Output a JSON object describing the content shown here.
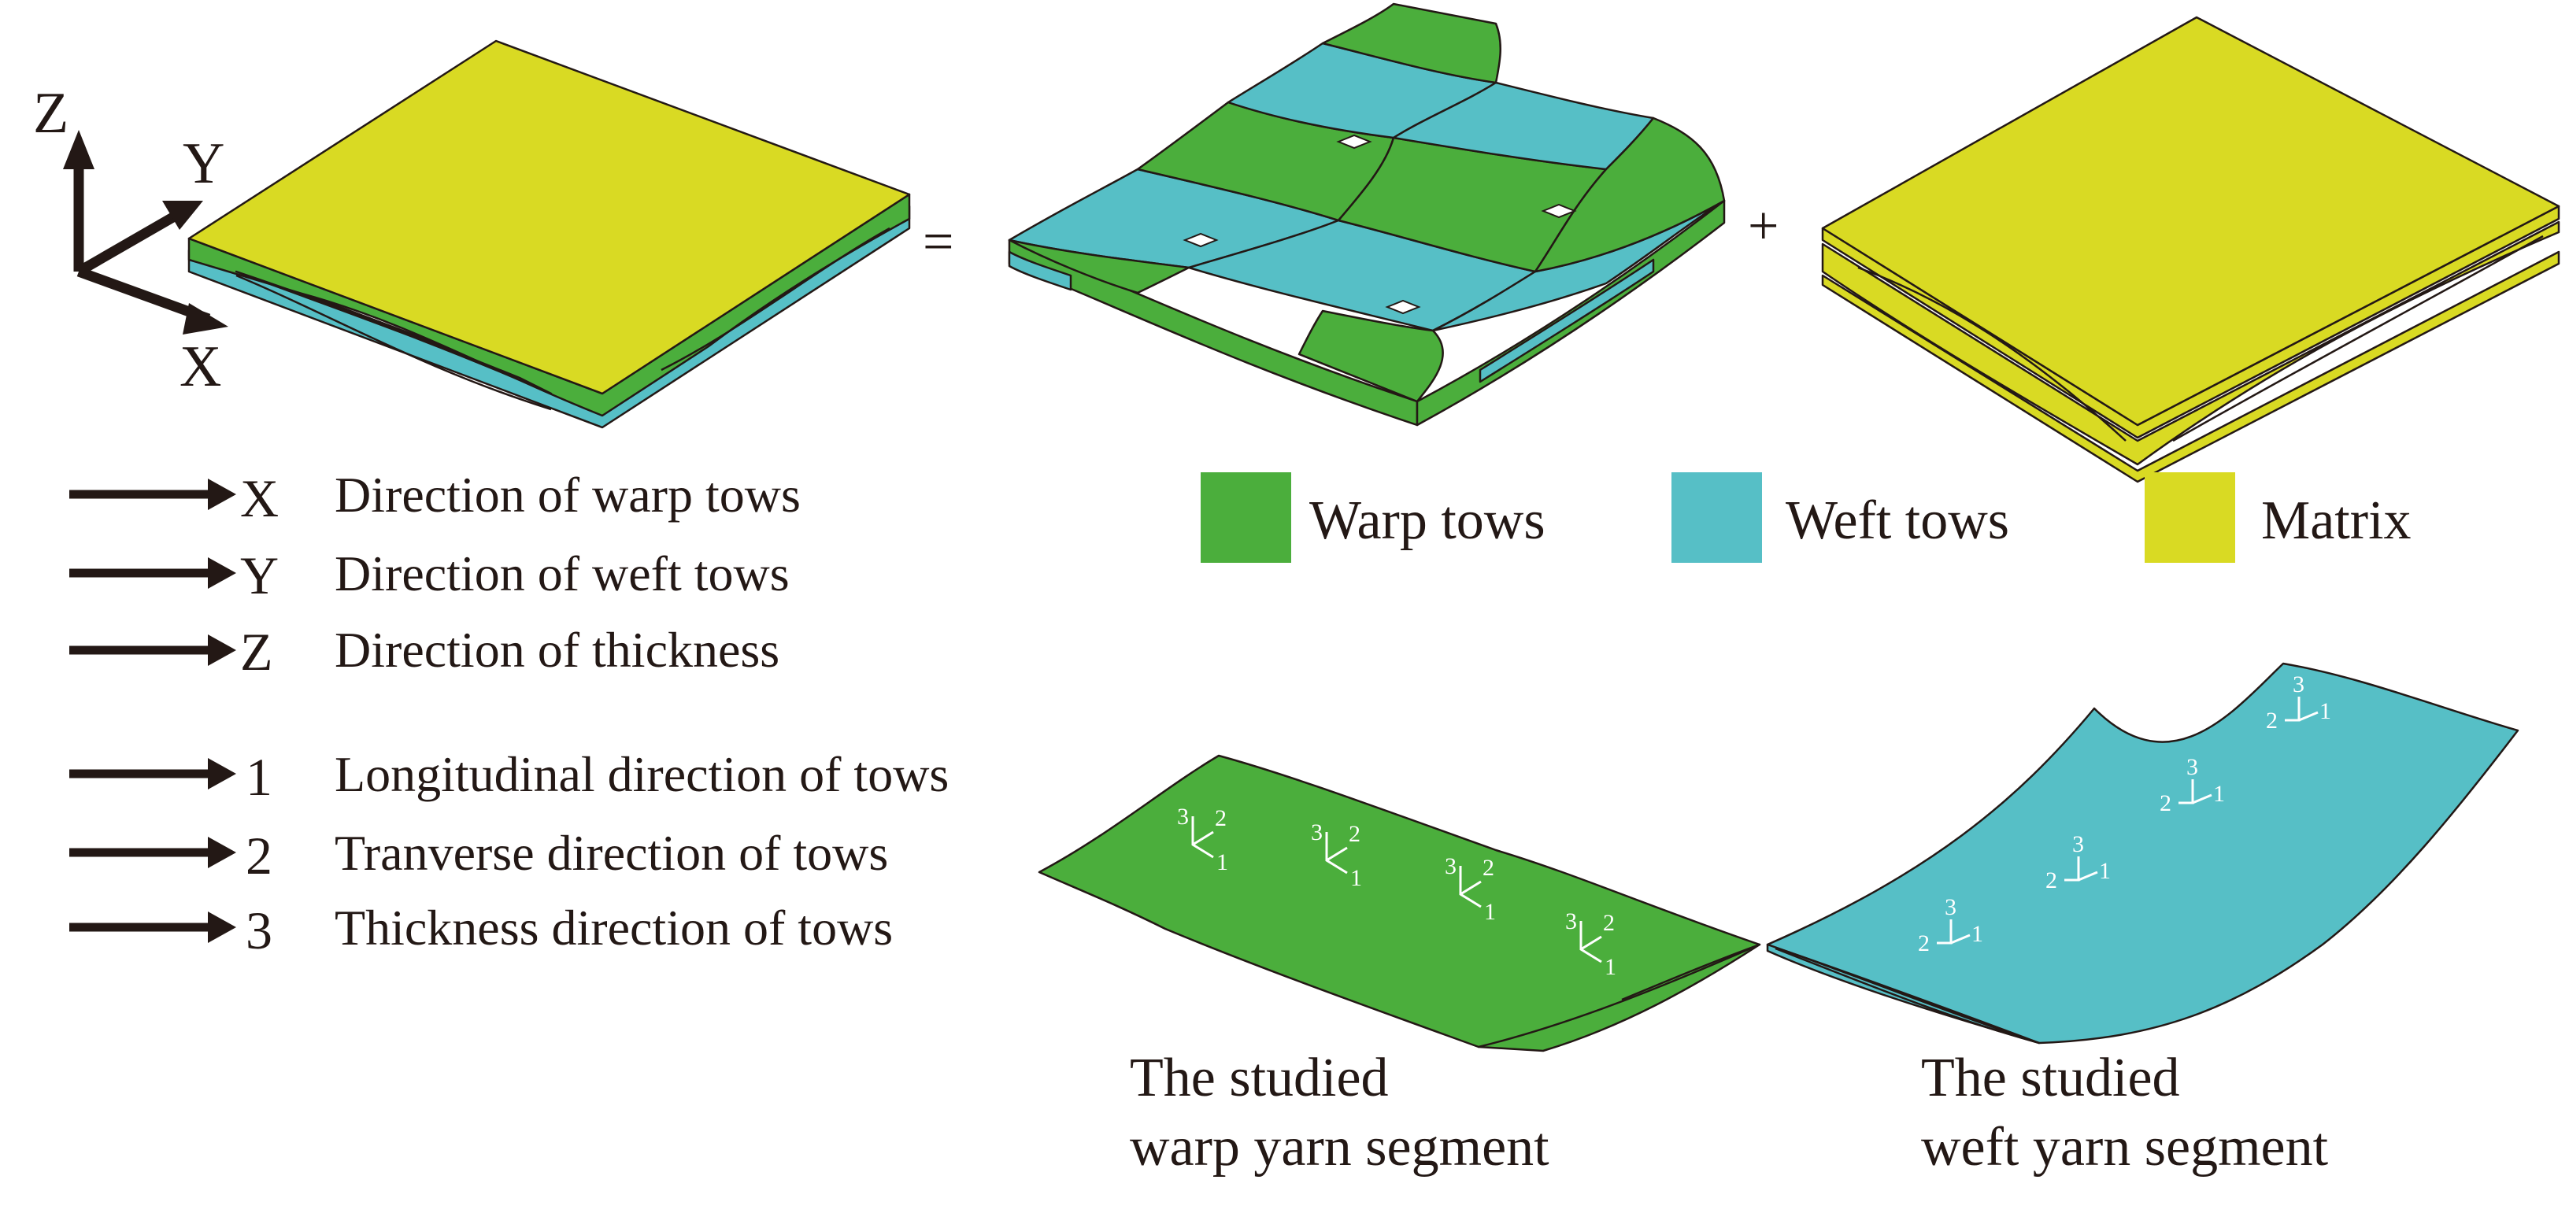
{
  "colors": {
    "warp": "#4bae3c",
    "weft": "#56bfc6",
    "matrix": "#d9da23",
    "ink": "#231815"
  },
  "axes": {
    "z": "Z",
    "y": "Y",
    "x": "X"
  },
  "operators": {
    "equals": "=",
    "plus": "+"
  },
  "definitions": [
    {
      "symbol": "X",
      "text": "Direction of warp tows"
    },
    {
      "symbol": "Y",
      "text": "Direction of weft tows"
    },
    {
      "symbol": "Z",
      "text": "Direction of thickness"
    },
    {
      "symbol": "1",
      "text": "Longitudinal direction of tows"
    },
    {
      "symbol": "2",
      "text": "Tranverse direction of tows"
    },
    {
      "symbol": "3",
      "text": "Thickness direction of tows"
    }
  ],
  "legend": [
    {
      "label": "Warp tows",
      "color_key": "warp"
    },
    {
      "label": "Weft tows",
      "color_key": "weft"
    },
    {
      "label": "Matrix",
      "color_key": "matrix"
    }
  ],
  "triad_labels": {
    "one": "1",
    "two": "2",
    "three": "3"
  },
  "captions": {
    "warp_line1": "The studied",
    "warp_line2": "warp yarn segment",
    "weft_line1": "The studied",
    "weft_line2": "weft yarn segment"
  }
}
